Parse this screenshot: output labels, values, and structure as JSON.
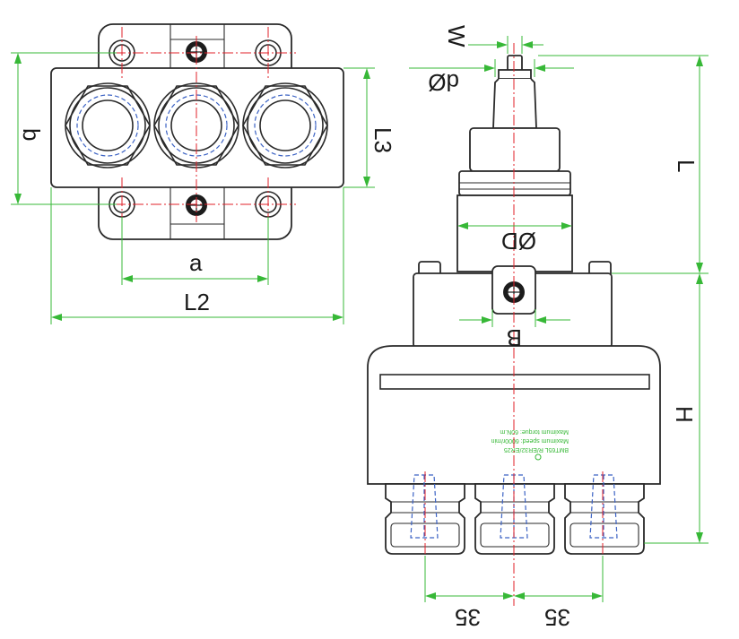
{
  "labels": {
    "b": "b",
    "l3": "L3",
    "a": "a",
    "l2": "L2",
    "w": "W",
    "d": "dØ",
    "l": "L",
    "od": "ØD",
    "b_upper": "B",
    "h": "H",
    "spacing_left": "35",
    "spacing_right": "35"
  },
  "engraving": {
    "model": "BMT65L R/ER32/ER25",
    "speed": "Maximum speed: 6000r/min",
    "torque": "Maximum torque: 60N.m"
  },
  "colors": {
    "outline": "#2a2a2a",
    "centerline": "#e0202a",
    "hidden_line": "#3b62c4",
    "dimension": "#37b837"
  }
}
